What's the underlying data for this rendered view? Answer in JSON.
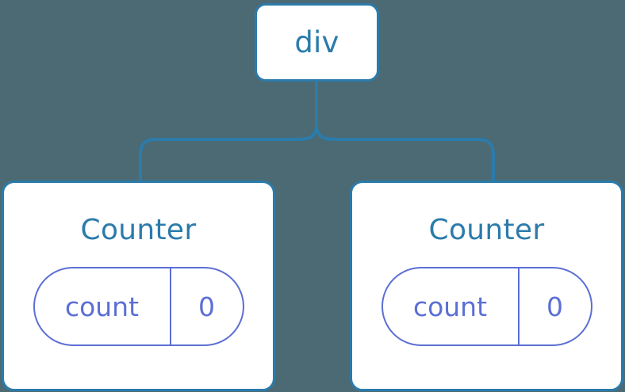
{
  "diagram": {
    "type": "component-tree",
    "background_color": "#4b6a73",
    "node_border_color": "#2b7bab",
    "node_fill_color": "#ffffff",
    "connector_color": "#2b7bab",
    "state_color": "#5b6fd4",
    "root": {
      "label": "div"
    },
    "children": [
      {
        "label": "Counter",
        "state": {
          "key": "count",
          "value": "0"
        }
      },
      {
        "label": "Counter",
        "state": {
          "key": "count",
          "value": "0"
        }
      }
    ]
  }
}
